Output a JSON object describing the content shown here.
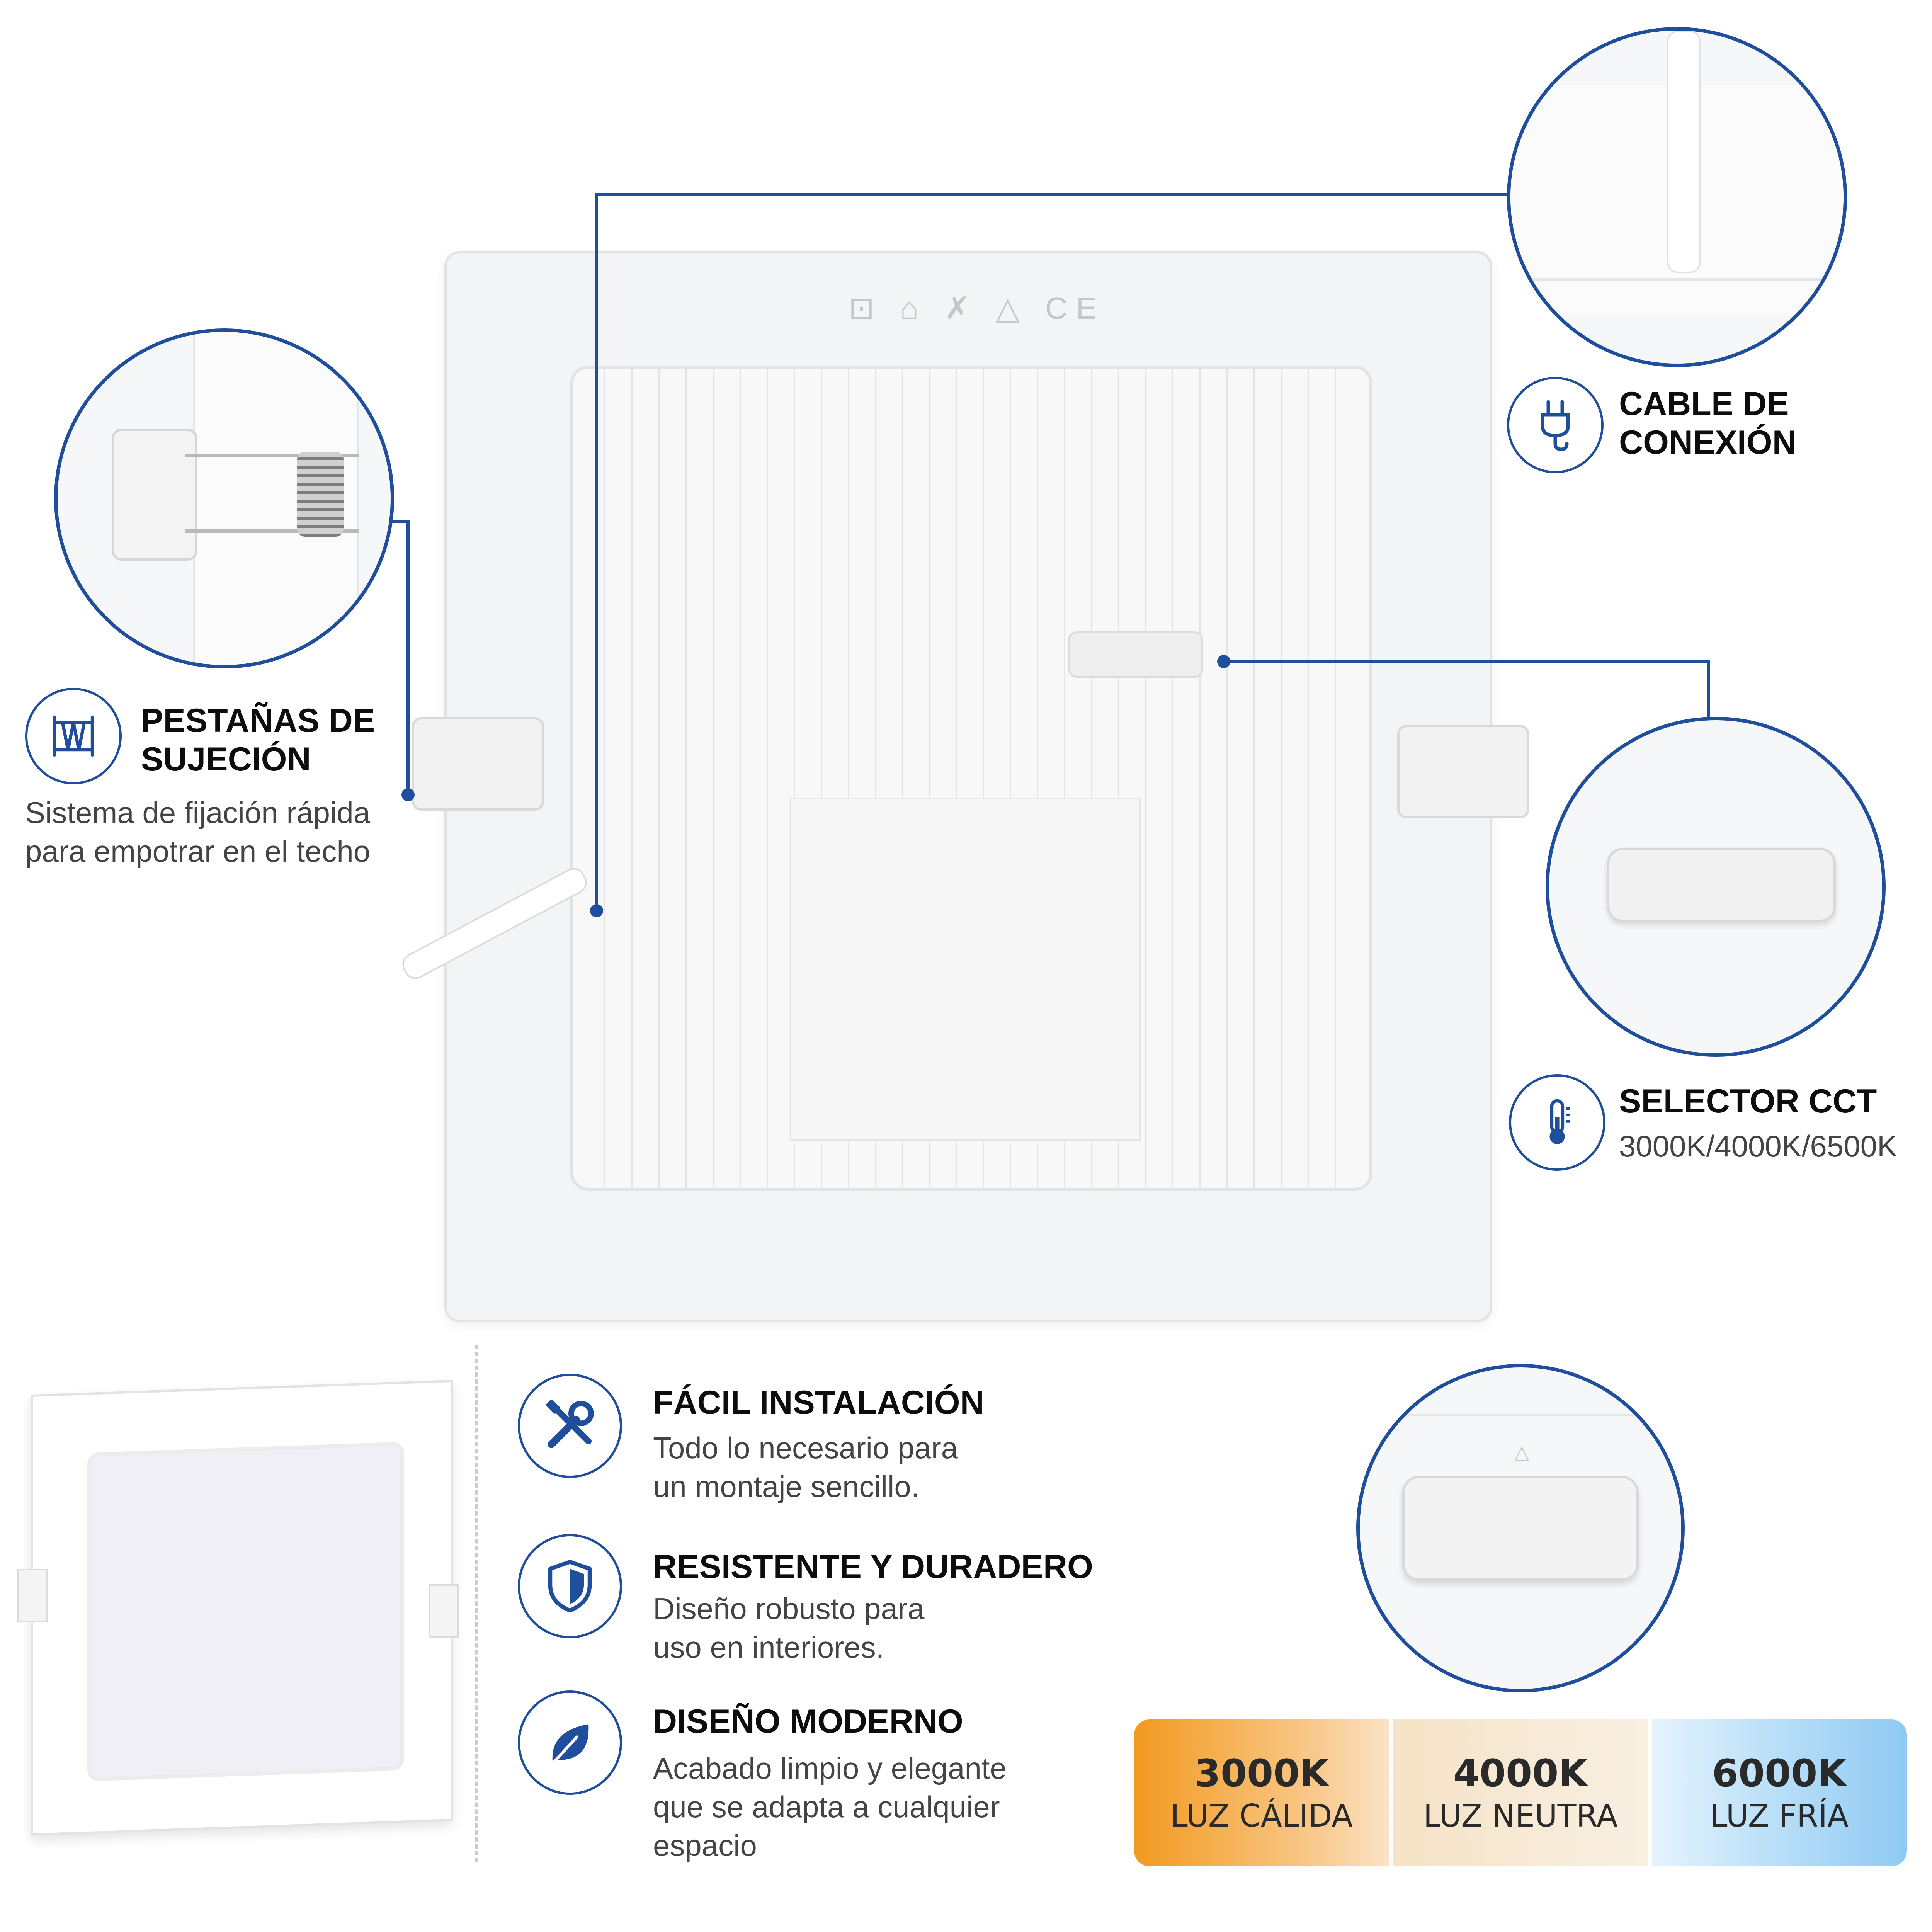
{
  "callouts": {
    "cable": {
      "title_1": "CABLE DE",
      "title_2": "CONEXIÓN",
      "icon": "plug-icon"
    },
    "clips": {
      "title_1": "PESTAÑAS DE",
      "title_2": "SUJECIÓN",
      "desc_1": "Sistema de fijación rápida",
      "desc_2": "para empotrar en el techo",
      "icon": "spring-icon"
    },
    "cct": {
      "title": "SELECTOR CCT",
      "desc": "3000K/4000K/6500K",
      "icon": "thermometer-icon"
    }
  },
  "features": [
    {
      "title": "FÁCIL INSTALACIÓN",
      "desc_1": "Todo lo necesario para",
      "desc_2": "un montaje sencillo.",
      "desc_3": "",
      "icon": "tools-icon"
    },
    {
      "title": "RESISTENTE Y DURADERO",
      "desc_1": "Diseño robusto para",
      "desc_2": "uso en interiores.",
      "desc_3": "",
      "icon": "shield-icon"
    },
    {
      "title": "DISEÑO MODERNO",
      "desc_1": "Acabado limpio y elegante",
      "desc_2": "que se adapta a cualquier",
      "desc_3": "espacio",
      "icon": "leaf-icon"
    }
  ],
  "cct_options": [
    {
      "value": "3000K",
      "label": "LUZ CÁLIDA",
      "color": "#f4a12a"
    },
    {
      "value": "4000K",
      "label": "LUZ NEUTRA",
      "color": "#f6e7cf"
    },
    {
      "value": "6000K",
      "label": "LUZ FRÍA",
      "color": "#9fd3f5"
    }
  ],
  "certification_marks": "⊡ ⌂ ✗ △ CE",
  "colors": {
    "accent": "#1f4e9c"
  }
}
